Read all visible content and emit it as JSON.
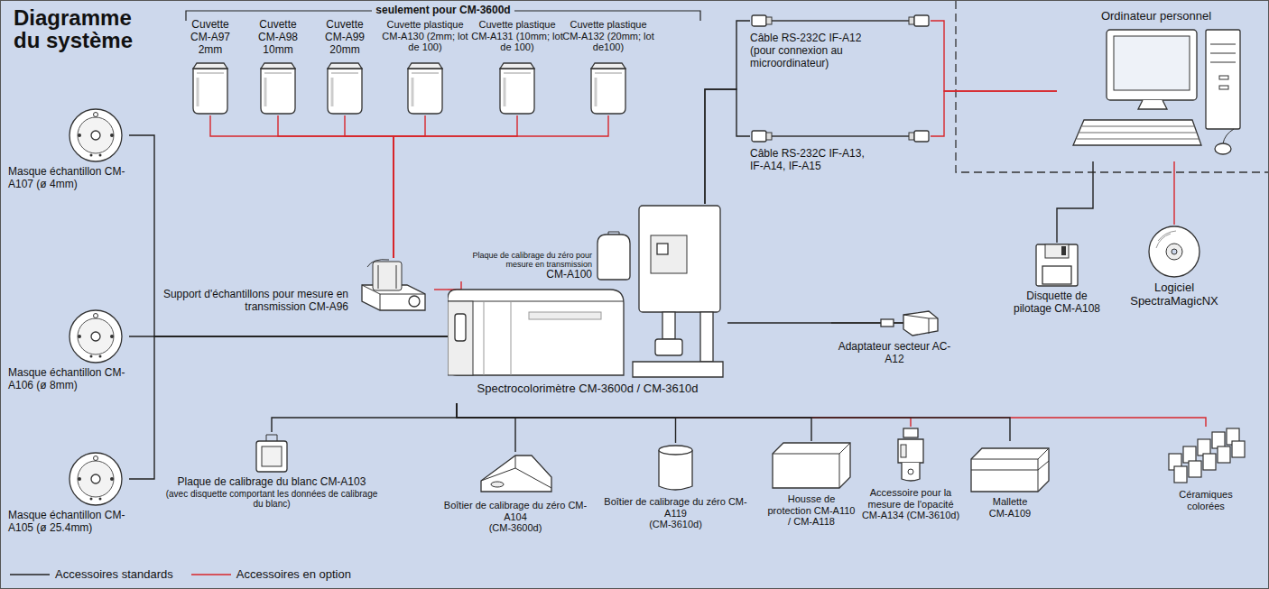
{
  "diagram": {
    "title": "Diagramme du système",
    "nodes": [
      {
        "text": [
          "Cuvette CM-A97 2mm"
        ]
      },
      {
        "text": [
          "Cuvette CM-A98 10mm"
        ]
      },
      {
        "text": [
          "Cuvette CM-A99 20mm"
        ]
      },
      {
        "text": [
          "Cuvette plastique CM-A130 (2mm; lot de 100)"
        ]
      },
      {
        "text": [
          "Cuvette plastique CM-A131 (10mm; lot de 100)"
        ]
      },
      {
        "text": [
          "Cuvette plastique CM-A132 (20mm; lot de100)"
        ]
      },
      {
        "text": [
          "Câble RS-232C IF-A12 (pour connexion au microordinateur)"
        ]
      },
      {
        "text": [
          "Câble RS-232C IF-A13, IF-A14, IF-A15"
        ]
      },
      {
        "text": [
          "Ordinateur personnel"
        ]
      },
      {
        "text": [
          "Masque échantillon CM-A107 (ø 4mm)"
        ]
      },
      {
        "text": [
          "Masque échantillon CM-A106 (ø 8mm)"
        ]
      },
      {
        "text": [
          "Masque échantillon CM-A105 (ø 25.4mm)"
        ]
      },
      {
        "text": [
          "Support d'échantillons pour mesure en transmission CM-A96"
        ]
      },
      {
        "text": [
          "Plaque de calibrage du zéro pour mesure en transmission",
          "CM-A100"
        ]
      },
      {
        "text": [
          "Spectrocolorimètre CM-3600d / CM-3610d"
        ]
      },
      {
        "text": [
          "Adaptateur secteur AC-A12"
        ]
      },
      {
        "text": [
          "Disquette de pilotage CM-A108"
        ]
      },
      {
        "text": [
          "Logiciel SpectraMagicNX"
        ]
      },
      {
        "text": [
          "Plaque de calibrage du blanc CM-A103",
          "(avec disquette comportant les données de calibrage du blanc)"
        ]
      },
      {
        "text": [
          "Boîtier de calibrage du zéro CM-A104",
          "(CM-3600d)"
        ]
      },
      {
        "text": [
          "Boîtier de calibrage du zéro CM-A119",
          "(CM-3610d)"
        ]
      },
      {
        "text": [
          "Housse de protection CM-A110 / CM-A118"
        ]
      },
      {
        "text": [
          "Accessoire pour la mesure de l'opacité CM-A134 (CM-3610d)"
        ]
      },
      {
        "text": [
          "Mallette CM-A109"
        ]
      },
      {
        "text": [
          "Céramiques colorées"
        ]
      }
    ],
    "edges": [
      {
        "from": 0,
        "to": 12,
        "arrow": "none"
      },
      {
        "from": 1,
        "to": 12,
        "arrow": "none"
      },
      {
        "from": 2,
        "to": 12,
        "arrow": "none"
      },
      {
        "from": 3,
        "to": 12,
        "arrow": "none"
      },
      {
        "from": 4,
        "to": 12,
        "arrow": "none"
      },
      {
        "from": 5,
        "to": 12,
        "arrow": "none"
      },
      {
        "from": 12,
        "to": 14,
        "arrow": "none"
      },
      {
        "from": 13,
        "to": 14,
        "arrow": "none"
      },
      {
        "from": 9,
        "to": 14,
        "arrow": "none"
      },
      {
        "from": 10,
        "to": 14,
        "arrow": "none"
      },
      {
        "from": 11,
        "to": 14,
        "arrow": "none"
      },
      {
        "from": 14,
        "to": 6,
        "arrow": "none"
      },
      {
        "from": 14,
        "to": 7,
        "arrow": "none"
      },
      {
        "from": 6,
        "to": 8,
        "arrow": "none"
      },
      {
        "from": 7,
        "to": 8,
        "arrow": "none"
      },
      {
        "from": 15,
        "to": 14,
        "arrow": "none"
      },
      {
        "from": 16,
        "to": 8,
        "arrow": "none"
      },
      {
        "from": 17,
        "to": 8,
        "arrow": "none"
      },
      {
        "from": 18,
        "to": 14,
        "arrow": "none"
      },
      {
        "from": 19,
        "to": 14,
        "arrow": "none"
      },
      {
        "from": 20,
        "to": 14,
        "arrow": "none"
      },
      {
        "from": 21,
        "to": 14,
        "arrow": "none"
      },
      {
        "from": 22,
        "to": 14,
        "arrow": "none"
      },
      {
        "from": 23,
        "to": 14,
        "arrow": "none"
      },
      {
        "from": 24,
        "to": 14,
        "arrow": "none"
      }
    ],
    "labels": [
      "seulement pour CM-3600d"
    ],
    "legend": [
      {
        "text": "Accessoires standards"
      },
      {
        "text": "Accessoires en option"
      }
    ]
  }
}
